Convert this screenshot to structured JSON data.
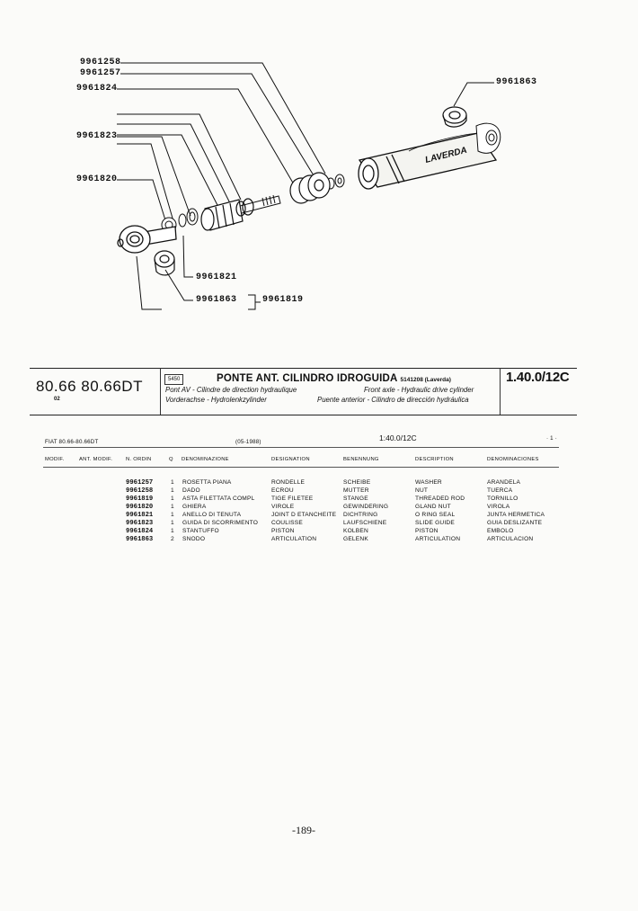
{
  "diagram": {
    "brand_text": "LAVERDA",
    "callouts": [
      "9961258",
      "9961257",
      "9961824",
      "9961823",
      "9961820",
      "9961821",
      "9961863",
      "9961819",
      "9961863"
    ]
  },
  "header": {
    "models": "80.66  80.66DT",
    "models_sub": "02",
    "section_code": "5450",
    "title": "PONTE ANT. CILINDRO IDROGUIDA",
    "title_suffix": "5141208 (Laverda)",
    "fr": "Pont AV - Cilindre de direction hydraulique",
    "en": "Front axle - Hydraulic drive cylinder",
    "de": "Vorderachse - Hydrolenkzylinder",
    "es": "Puente anterior - Cilindro de dirección hydráulica",
    "ref_code": "1.40.0/12C"
  },
  "table": {
    "model_line": "FIAT 80.66-80.66DT",
    "date": "(05-1988)",
    "ref": "1:40.0/12C",
    "page_mark": "· 1 ·",
    "columns": {
      "modif": "MODIF.",
      "ant_modif": "ANT. MODIF.",
      "n_ordin": "N. ORDIN",
      "q": "Q",
      "denominazione": "DENOMINAZIONE",
      "designation": "DESIGNATION",
      "benennung": "BENENNUNG",
      "description": "DESCRIPTION",
      "denominaciones": "DENOMINACIONES"
    },
    "rows": [
      {
        "part": "9961257",
        "qty": "1",
        "it": "ROSETTA PIANA",
        "fr": "RONDELLE",
        "de": "SCHEIBE",
        "en": "WASHER",
        "es": "ARANDELA"
      },
      {
        "part": "9961258",
        "qty": "1",
        "it": "DADO",
        "fr": "ECROU",
        "de": "MUTTER",
        "en": "NUT",
        "es": "TUERCA"
      },
      {
        "part": "9961819",
        "qty": "1",
        "it": "ASTA FILETTATA COMPL",
        "fr": "TIGE FILETEE",
        "de": "STANGE",
        "en": "THREADED ROD",
        "es": "TORNILLO"
      },
      {
        "part": "9961820",
        "qty": "1",
        "it": "GHIERA",
        "fr": "VIROLE",
        "de": "GEWINDERING",
        "en": "GLAND NUT",
        "es": "VIROLA"
      },
      {
        "part": "9961821",
        "qty": "1",
        "it": "ANELLO DI TENUTA",
        "fr": "JOINT D ETANCHEITE",
        "de": "DICHTRING",
        "en": "O RING SEAL",
        "es": "JUNTA HERMETICA"
      },
      {
        "part": "9961823",
        "qty": "1",
        "it": "GUIDA DI SCORRIMENTO",
        "fr": "COULISSE",
        "de": "LAUFSCHIENE",
        "en": "SLIDE GUIDE",
        "es": "GUIA DESLIZANTE"
      },
      {
        "part": "9961824",
        "qty": "1",
        "it": "STANTUFFO",
        "fr": "PISTON",
        "de": "KOLBEN",
        "en": "PISTON",
        "es": "EMBOLO"
      },
      {
        "part": "9961863",
        "qty": "2",
        "it": "SNODO",
        "fr": "ARTICULATION",
        "de": "GELENK",
        "en": "ARTICULATION",
        "es": "ARTICULACION"
      }
    ]
  },
  "footer": {
    "page_number": "-189-"
  }
}
